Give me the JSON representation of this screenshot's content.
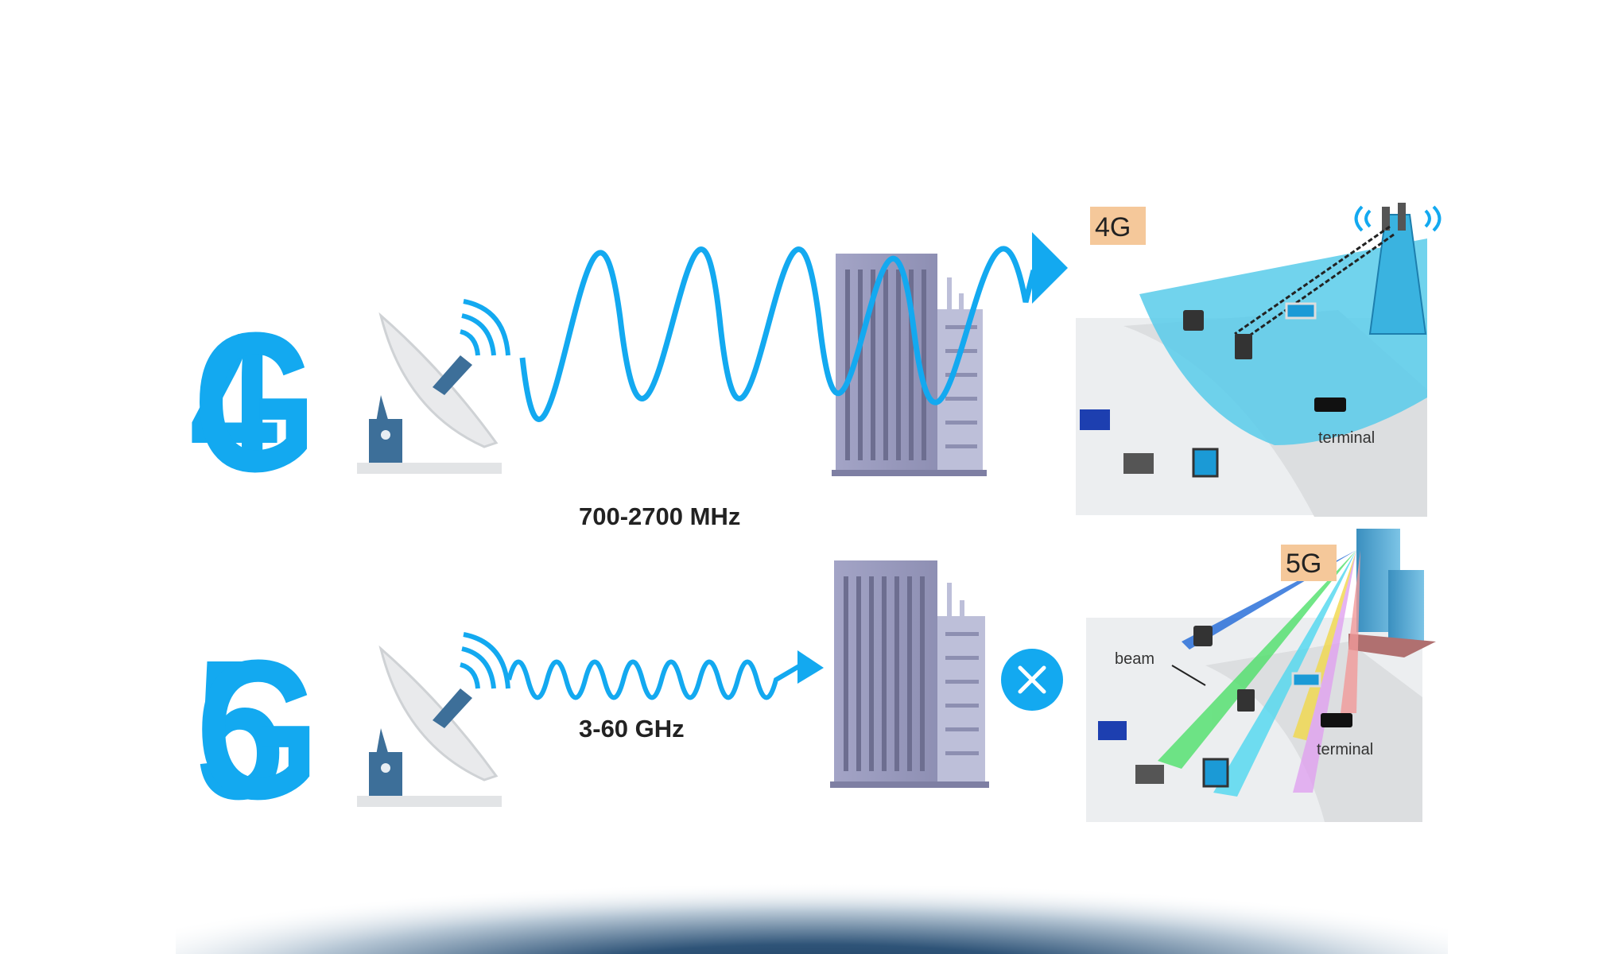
{
  "rows": [
    {
      "generation": "4G",
      "frequency": "700-2700 MHz",
      "scene_tag": "4G",
      "scene_labels": [
        "terminal"
      ]
    },
    {
      "generation": "5G",
      "frequency": "3-60 GHz",
      "scene_tag": "5G",
      "scene_labels": [
        "beam",
        "terminal"
      ]
    }
  ],
  "colors": {
    "accent": "#13a9f0",
    "building": "#9a9bbd",
    "dish_base": "#3d6f99",
    "tag_bg": "#f5c89a",
    "coverage": "#58cbea",
    "bottom_gradient": "#1f3f60"
  },
  "icons": [
    "satellite-dish-icon",
    "building-icon",
    "blocked-x-icon",
    "cell-tower-icon",
    "phone-icon",
    "laptop-icon",
    "tablet-icon"
  ]
}
